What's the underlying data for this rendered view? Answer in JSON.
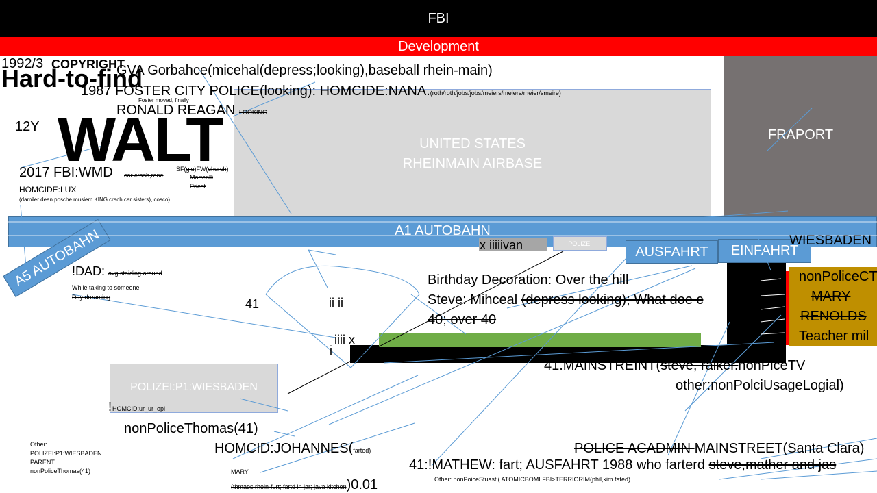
{
  "header": {
    "title": "FBI",
    "subtitle": "Development"
  },
  "top_left": {
    "copyright": "1992/3",
    "copyright_word": "COPYRIGHT",
    "hard_to_find": "Hard-to-find",
    "gva": "GVA Gorbahce(micehal(depress;looking),baseball rhein-main)",
    "foster_city": "1987 FOSTER CITY POLICE(looking): HOMCIDE:NANA.",
    "foster_city_small": "(roth/roth/jobs/jobs/meiers/meiers/meier/smeire)",
    "foster_moved": "Foster moved, finally",
    "reagan": "RONALD REAGAN",
    "reagan_small": "LOOKING",
    "twelve_y": "12Y",
    "walt": "WALT",
    "fbi_wmd": "2017 FBI:WMD",
    "car_crash": "car crash,rene",
    "sf_prefix": "SF(",
    "sf_struck": "glu",
    "sf_mid": ")FW(",
    "sf_church": "church",
    "sf_end": ")",
    "martenlli": "Martenlli",
    "priest": "Priest",
    "homcide_lux": "HOMCIDE:LUX",
    "damiler": "(damiler dean posche musiem KING crach car sisters), cosco)"
  },
  "map": {
    "airbase_line1": "UNITED STATES",
    "airbase_line2": "RHEINMAIN AIRBASE",
    "fraport": "FRAPORT",
    "a1": "A1 AUTOBAHN",
    "a5": "A5 AUTOBAHN",
    "wiesbaden": "WIESBADEN",
    "ausfahrt": "AUSFAHRT",
    "einfahrt": "EINFAHRT",
    "xiiii": "x iiiiivan",
    "polizei_small": "POLIZEI",
    "police_box": "POLIZEI:P1:WIESBADEN"
  },
  "middle": {
    "dad": "!DAD:",
    "dad_small": "avg staiding around",
    "while": "While taking to someone",
    "day": "Day dreaming",
    "forty_one": "41",
    "ii": "ii ii",
    "iiii_x": "iiii x",
    "i": "i",
    "birthday": "Birthday Decoration: Over the hill",
    "steve_a": "Steve: Mihceal ",
    "steve_b": "(depress looking); What doe c",
    "forty": "40; over 40",
    "gold_1": "nonPoliceCT",
    "gold_2": "MARY",
    "gold_3": "RENOLDS",
    "gold_4": "Teacher mil",
    "mainstreint_a": "41.MAINSTREINT(",
    "mainstreint_b": "steve, raiker.",
    "mainstreint_c": "nonPiceTV",
    "nonpolci": "other:nonPolciUsageLogial)"
  },
  "bottom": {
    "bang": "!",
    "homcid_ur": "HOMCID:ur_ur_opi",
    "nonpolice_thomas": "nonPoliceThomas(41)",
    "homcid_johannes": "HOMCID:JOHANNES(",
    "farted": "farted)",
    "other_1": "Other:",
    "other_2": "POLIZEI:P1:WIESBADEN",
    "other_3": "PARENT",
    "other_4": "nonPoliceThomas(41)",
    "mary": "MARY",
    "thmaos": "(thmaos rhein-furt; fartd in jar; java kitchen",
    "point_zero": ")0.01",
    "police_acad": "POLICE ACADMIN ",
    "mainstreet": "MAINSTREET(Santa Clara)",
    "mathew_a": "41:!MATHEW: fart;  AUSFAHRT 1988 who farterd ",
    "mathew_b": "steve,mather and jas",
    "other_bottom": "Other: nonPoiceStuastl( ATOMICBOMI.FBI>TERRIORIM(phil,kim fated)"
  }
}
